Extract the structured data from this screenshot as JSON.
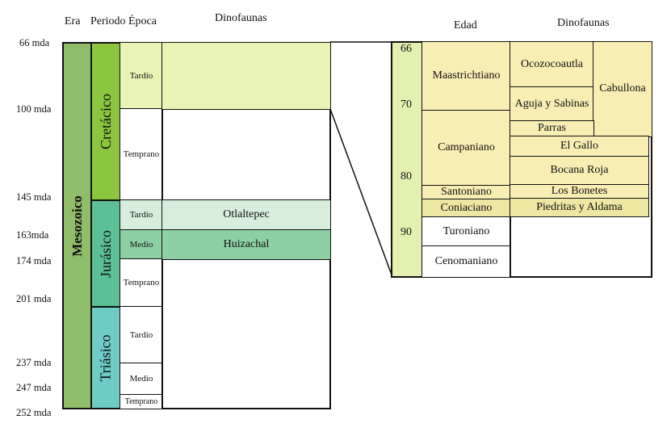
{
  "headers": {
    "era": "Era",
    "periodo": "Periodo",
    "epoca": "Época",
    "dinofaunas_left": "Dinofaunas",
    "edad": "Edad",
    "dinofaunas_right": "Dinofaunas"
  },
  "ages": [
    "66 mda",
    "100 mda",
    "145 mda",
    "163mda",
    "174 mda",
    "201 mda",
    "237 mda",
    "247 mda",
    "252 mda"
  ],
  "era": {
    "label": "Mesozoico"
  },
  "periods": {
    "cretacico": "Cretácico",
    "jurasico": "Jurásico",
    "triasico": "Triásico"
  },
  "epochs": {
    "cret_tardio": "Tardío",
    "cret_temprano": "Temprano",
    "jur_tardio": "Tardío",
    "jur_medio": "Medio",
    "jur_temprano": "Temprano",
    "tri_tardio": "Tardío",
    "tri_medio": "Medio",
    "tri_temprano": "Temprano"
  },
  "left_faunas": {
    "otlaltepec": "Otlaltepec",
    "huizachal": "Huizachal"
  },
  "scale_labels": [
    "66",
    "70",
    "80",
    "90"
  ],
  "stages": {
    "maastrichtiano": "Maastrichtiano",
    "campaniano": "Campaniano",
    "santoniano": "Santoniano",
    "coniaciano": "Coniaciano",
    "turoniano": "Turoniano",
    "cenomaniano": "Cenomaniano"
  },
  "right_faunas": {
    "ocozocoautla": "Ocozocoautla",
    "aguja": "Aguja y Sabinas",
    "cabullona": "Cabullona",
    "parras": "Parras",
    "el_gallo": "El Gallo",
    "bocana_roja": "Bocana Roja",
    "los_bonetes": "Los Bonetes",
    "piedritas": "Piedritas y Aldama"
  },
  "colors": {
    "era": "#8fbd6a",
    "cretacico": "#8cc63f",
    "cretacico_light": "#e8f3b5",
    "jurasico": "#5cbf95",
    "jurasico_light": "#d6eedb",
    "jurasico_mid": "#8dd0a3",
    "triasico": "#6fcbc5",
    "stage_fill": "#f8eeb4",
    "stage_fill_dark": "#ece7a2",
    "scale": "#e3f0b0"
  }
}
